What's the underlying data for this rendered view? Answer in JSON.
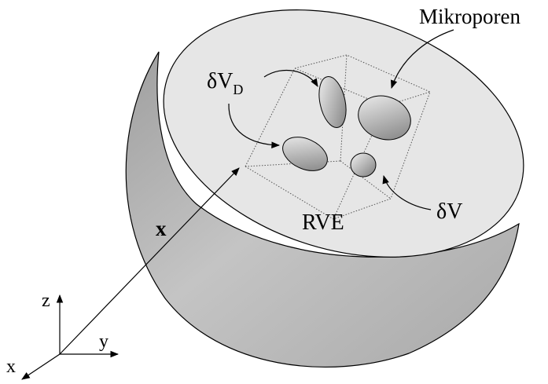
{
  "labels": {
    "micropores": "Mikroporen",
    "delta_v_d_main": "δV",
    "delta_v_d_sub": "D",
    "rve": "RVE",
    "delta_v": "δV",
    "position_vector": "x",
    "axis_z": "z",
    "axis_y": "y",
    "axis_x": "x"
  },
  "colors": {
    "top_face": "#e6e6e6",
    "body_shade": "#bdbdbd",
    "pore_dark": "#8a8a8a",
    "pore_light": "#ececec",
    "stroke": "#000000"
  }
}
